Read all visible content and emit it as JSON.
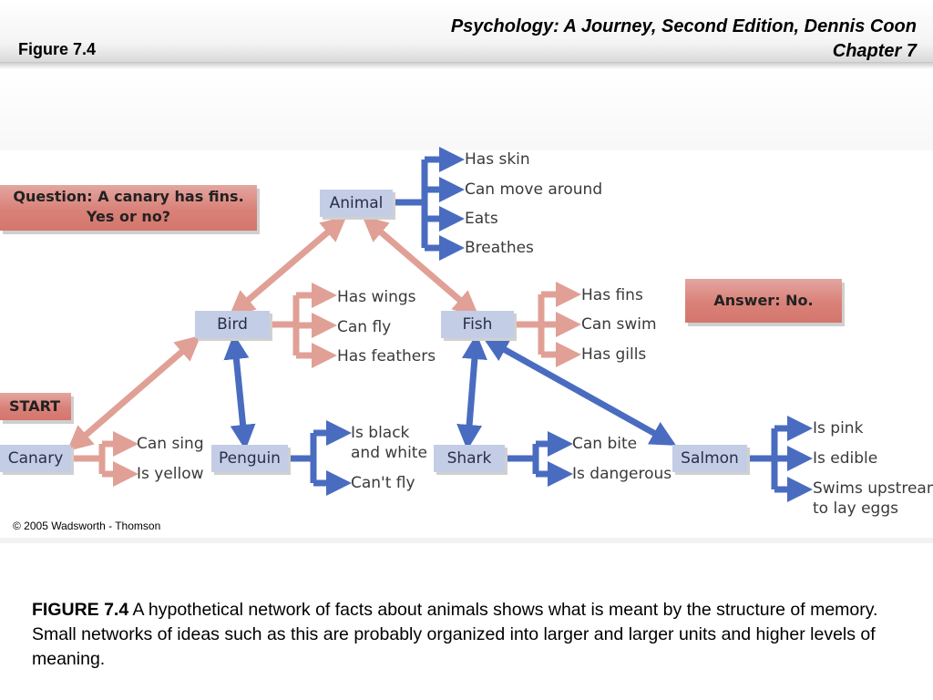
{
  "header": {
    "figure_label": "Figure 7.4",
    "book_title_line1": "Psychology: A Journey, Second Edition, Dennis Coon",
    "book_title_line2": "Chapter 7"
  },
  "diagram": {
    "question": {
      "line1": "Question: A canary has fins.",
      "line2": "Yes or no?"
    },
    "answer": "Answer: No.",
    "start": "START",
    "nodes": {
      "animal": "Animal",
      "bird": "Bird",
      "fish": "Fish",
      "canary": "Canary",
      "penguin": "Penguin",
      "shark": "Shark",
      "salmon": "Salmon"
    },
    "animal_facts": [
      "Has skin",
      "Can move around",
      "Eats",
      "Breathes"
    ],
    "bird_facts": [
      "Has wings",
      "Can fly",
      "Has feathers"
    ],
    "fish_facts": [
      "Has fins",
      "Can swim",
      "Has gills"
    ],
    "canary_facts": [
      "Can sing",
      "Is yellow"
    ],
    "penguin_facts": {
      "black_white_1": "Is black",
      "black_white_2": "and white",
      "cant_fly": "Can't fly"
    },
    "shark_facts": [
      "Can bite",
      "Is dangerous"
    ],
    "salmon_facts": {
      "pink": "Is pink",
      "edible": "Is edible",
      "swims_1": "Swims upstream",
      "swims_2": "to lay eggs"
    },
    "colors": {
      "blue_arrow": "#4a6cc0",
      "red_arrow": "#e0a096",
      "node_fill": "#c4cde6",
      "red_box": "#d98178"
    }
  },
  "copyright": "© 2005 Wadsworth - Thomson",
  "caption": {
    "label": "FIGURE 7.4",
    "text": " A hypothetical network of facts about animals shows what is meant by the structure of memory. Small networks of ideas such as this are probably organized into larger and larger units and higher levels of meaning."
  }
}
